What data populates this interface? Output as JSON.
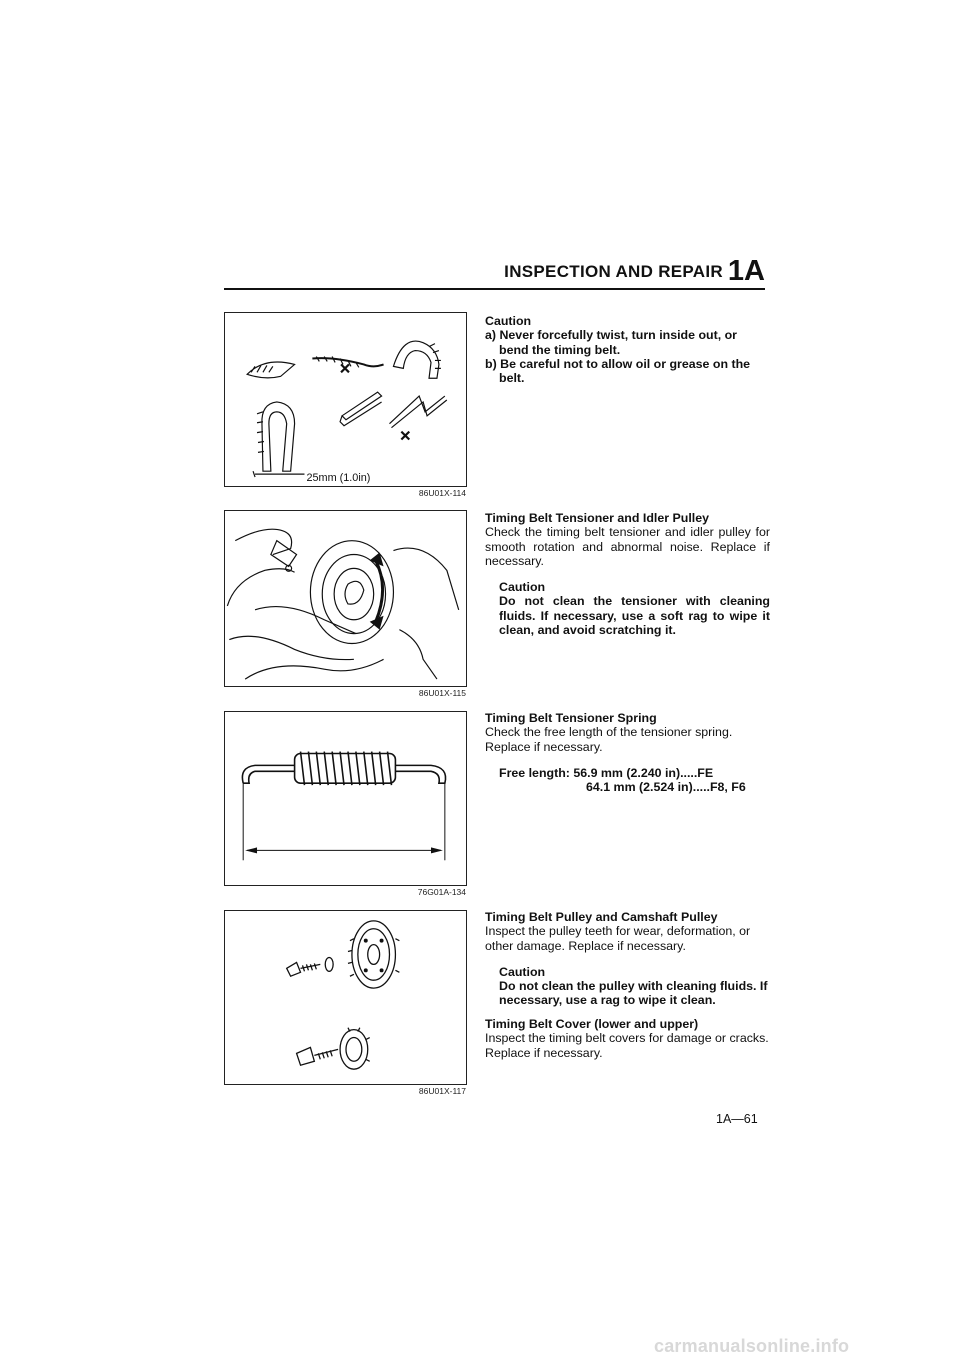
{
  "header": {
    "title": "INSPECTION AND REPAIR",
    "code": "1A"
  },
  "figures": [
    {
      "id": "86U01X-114",
      "label": "25mm (1.0in)"
    },
    {
      "id": "86U01X-115"
    },
    {
      "id": "76G01A-134"
    },
    {
      "id": "86U01X-117"
    }
  ],
  "sections": {
    "belt_caution": {
      "title": "Caution",
      "items": [
        "a) Never forcefully twist, turn inside out, or bend the timing belt.",
        "b) Be careful not to allow oil or grease on the belt."
      ]
    },
    "tensioner": {
      "heading": "Timing Belt Tensioner and Idler Pulley",
      "body": "Check the timing belt tensioner and idler pulley for smooth rotation and abnormal noise. Replace if necessary.",
      "caution_title": "Caution",
      "caution_body": "Do not clean the tensioner with cleaning fluids. If necessary, use a soft rag to wipe it clean, and avoid scratching it."
    },
    "spring": {
      "heading": "Timing Belt Tensioner Spring",
      "body": "Check the free length of the tensioner spring. Replace if necessary.",
      "free_length_line1": "Free length: 56.9 mm (2.240 in).....FE",
      "free_length_line2": "64.1 mm (2.524 in).....F8, F6"
    },
    "pulley": {
      "heading": "Timing Belt Pulley and Camshaft Pulley",
      "body": "Inspect the pulley teeth for wear, deformation, or other damage. Replace if necessary.",
      "caution_title": "Caution",
      "caution_body": "Do not clean the pulley with cleaning fluids. If necessary, use a rag to wipe it clean."
    },
    "cover": {
      "heading": "Timing Belt Cover (lower and upper)",
      "body": "Inspect the timing belt covers for damage or cracks. Replace if necessary."
    }
  },
  "footer": {
    "page": "1A—61",
    "site": "carmanualsonline.info"
  }
}
